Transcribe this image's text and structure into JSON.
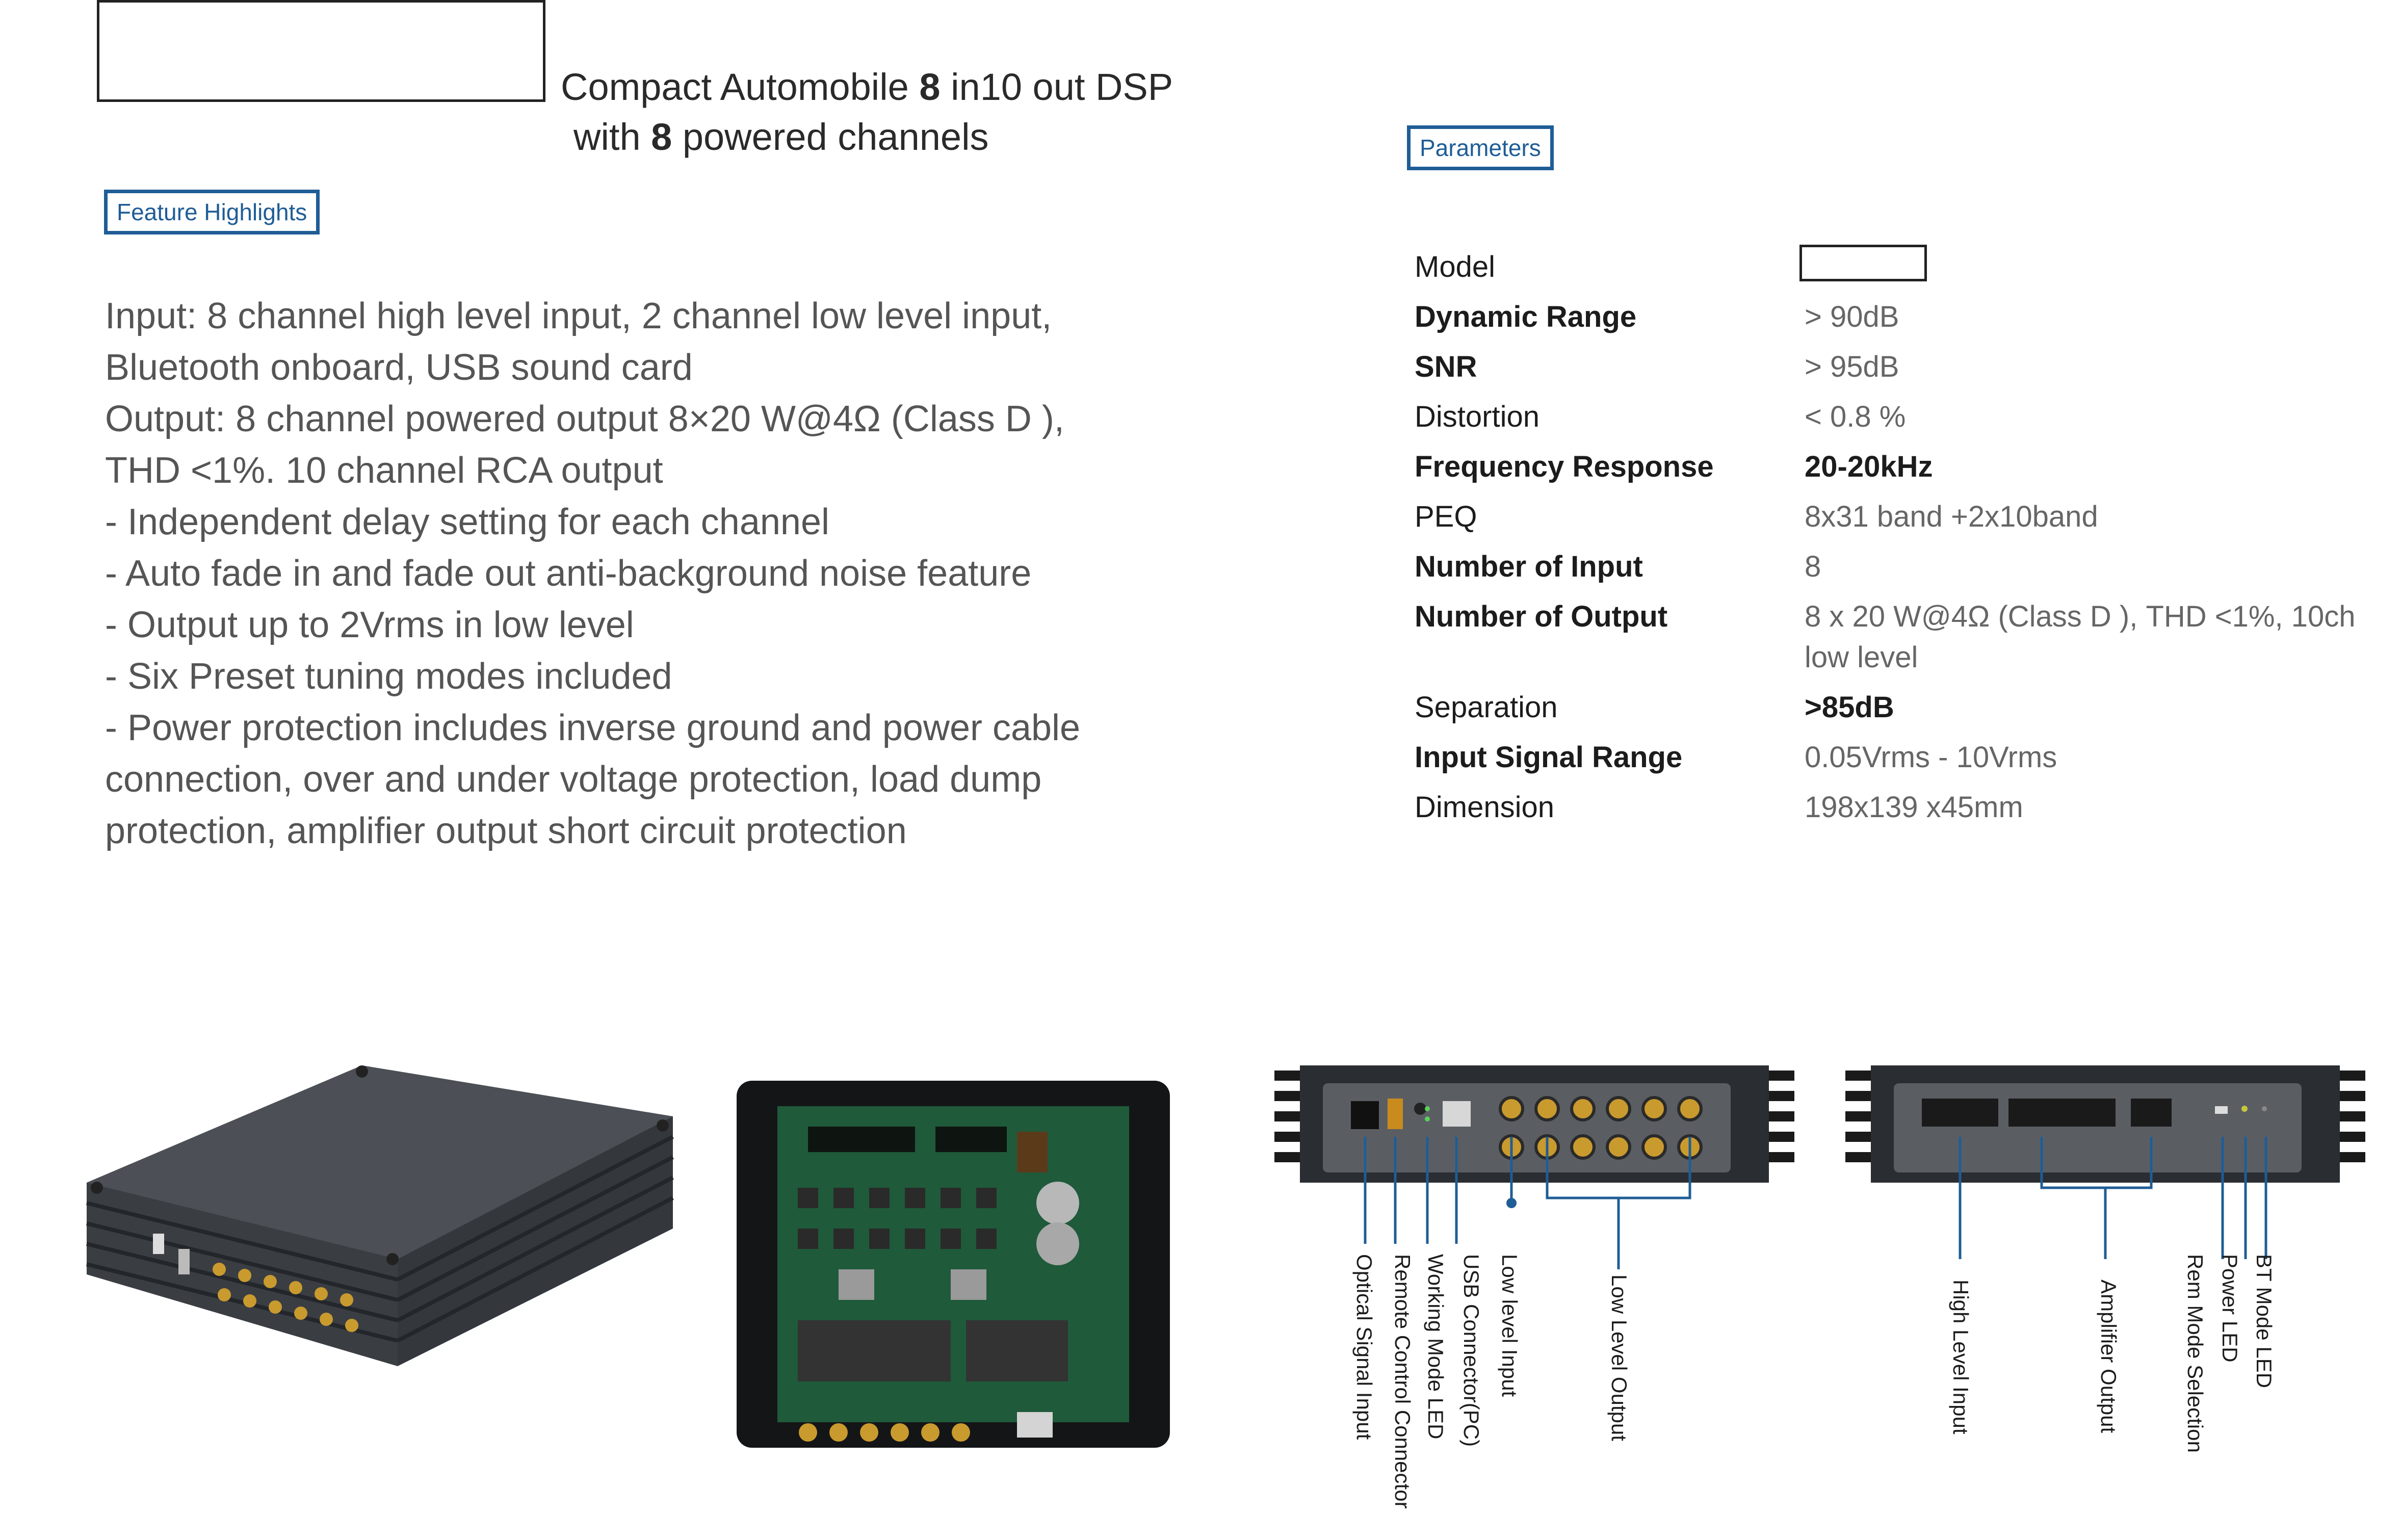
{
  "header": {
    "title_line1_pre": "Compact Automobile ",
    "title_in_count": "8",
    "title_in_word": " in",
    "title_out_count": "10",
    "title_out_word": " out DSP",
    "title_line2_pre": "with ",
    "title_powered_count": "8",
    "title_line2_post": " powered channels"
  },
  "features": {
    "tag": "Feature Highlights",
    "lines": [
      "Input:  8 channel high level input,  2 channel low level input,",
      "Bluetooth onboard, USB sound card",
      "Output:  8 channel powered output 8×20 W@4Ω (Class  D  ),",
      "THD <1%. 10 channel RCA output",
      "- Independent delay setting for each channel",
      "- Auto fade in and fade out anti-background noise feature",
      "- Output up to 2Vrms in low level",
      "- Six Preset tuning modes included",
      "- Power protection includes inverse ground and power cable",
      "connection, over and under voltage protection, load dump",
      "protection, amplifier output short circuit protection"
    ]
  },
  "parameters": {
    "tag": "Parameters",
    "rows": [
      {
        "label": "Model",
        "value": ""
      },
      {
        "label": "Dynamic Range",
        "value": "> 90dB"
      },
      {
        "label": "SNR",
        "value": "> 95dB"
      },
      {
        "label": "Distortion",
        "value": "< 0.8 %"
      },
      {
        "label": "Frequency Response",
        "value": "20-20kHz"
      },
      {
        "label": "PEQ",
        "value": "8x31 band +2x10band"
      },
      {
        "label": "Number of Input",
        "value": "8"
      },
      {
        "label": "Number of Output",
        "value": "8 x 20 W@4Ω (Class  D  ), THD <1%, 10ch"
      },
      {
        "label": "",
        "value": "low level"
      },
      {
        "label": "Separation",
        "value": ">85dB"
      },
      {
        "label": "Input Signal Range",
        "value": "0.05Vrms - 10Vrms"
      },
      {
        "label": "Dimension",
        "value": "198x139 x45mm"
      }
    ]
  },
  "front_panel_callouts": [
    "Optical Signal Input",
    "Remote Control Connector",
    "Working Mode LED",
    "USB Connector(PC)",
    "Low level Input",
    "Low Level Output"
  ],
  "rear_panel_callouts": [
    "High Level Input",
    "Amplifier Output",
    "Rem Mode Selection",
    "Power LED",
    "BT Mode LED"
  ],
  "colors": {
    "accent_blue": "#1f5d96",
    "device_body": "#4a4e54",
    "pcb_green": "#1f5a3a",
    "rca_gold": "#c99a2e"
  }
}
